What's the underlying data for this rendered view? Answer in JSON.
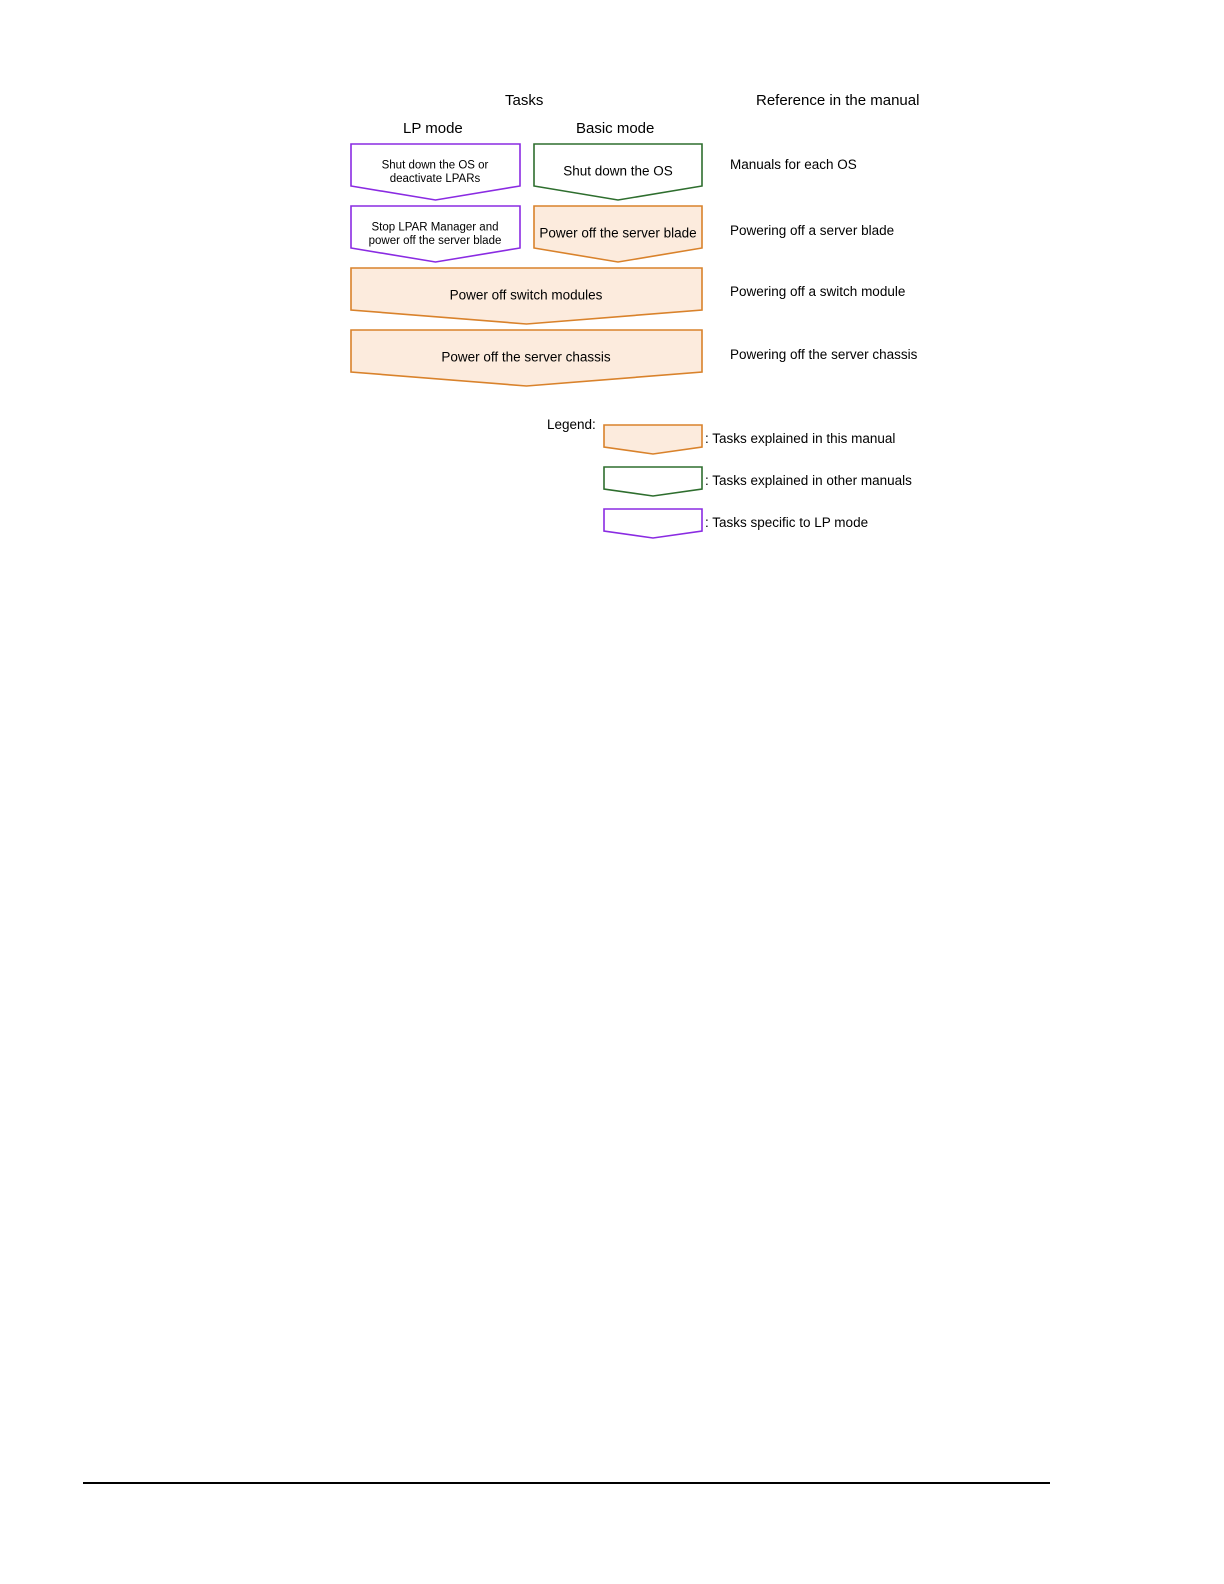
{
  "headers": {
    "tasks": "Tasks",
    "reference": "Reference in the manual",
    "lp_mode": "LP mode",
    "basic_mode": "Basic mode"
  },
  "colors": {
    "this_manual_stroke": "#d9822b",
    "this_manual_fill": "#fcebdd",
    "other_manuals_stroke": "#2e6e2e",
    "lp_specific_stroke": "#8a2be2"
  },
  "steps": [
    {
      "lp": {
        "lines": [
          "Shut down the OS or",
          "deactivate LPARs"
        ],
        "kind": "lp_specific"
      },
      "basic": {
        "lines": [
          "Shut down the OS"
        ],
        "kind": "other_manuals"
      },
      "reference": "Manuals for each OS"
    },
    {
      "lp": {
        "lines": [
          "Stop LPAR Manager and",
          "power off the server blade"
        ],
        "kind": "lp_specific"
      },
      "basic": {
        "lines": [
          "Power off the server blade"
        ],
        "kind": "this_manual"
      },
      "reference": "Powering off a server blade"
    },
    {
      "shared": {
        "lines": [
          "Power off switch modules"
        ],
        "kind": "this_manual"
      },
      "reference": "Powering off a switch module"
    },
    {
      "shared": {
        "lines": [
          "Power off the server chassis"
        ],
        "kind": "this_manual"
      },
      "reference": "Powering off the server chassis"
    }
  ],
  "legend": {
    "title": "Legend:",
    "items": [
      {
        "kind": "this_manual",
        "label": ": Tasks explained in this manual"
      },
      {
        "kind": "other_manuals",
        "label": ": Tasks explained in other manuals"
      },
      {
        "kind": "lp_specific",
        "label": ": Tasks specific to LP mode"
      }
    ]
  }
}
